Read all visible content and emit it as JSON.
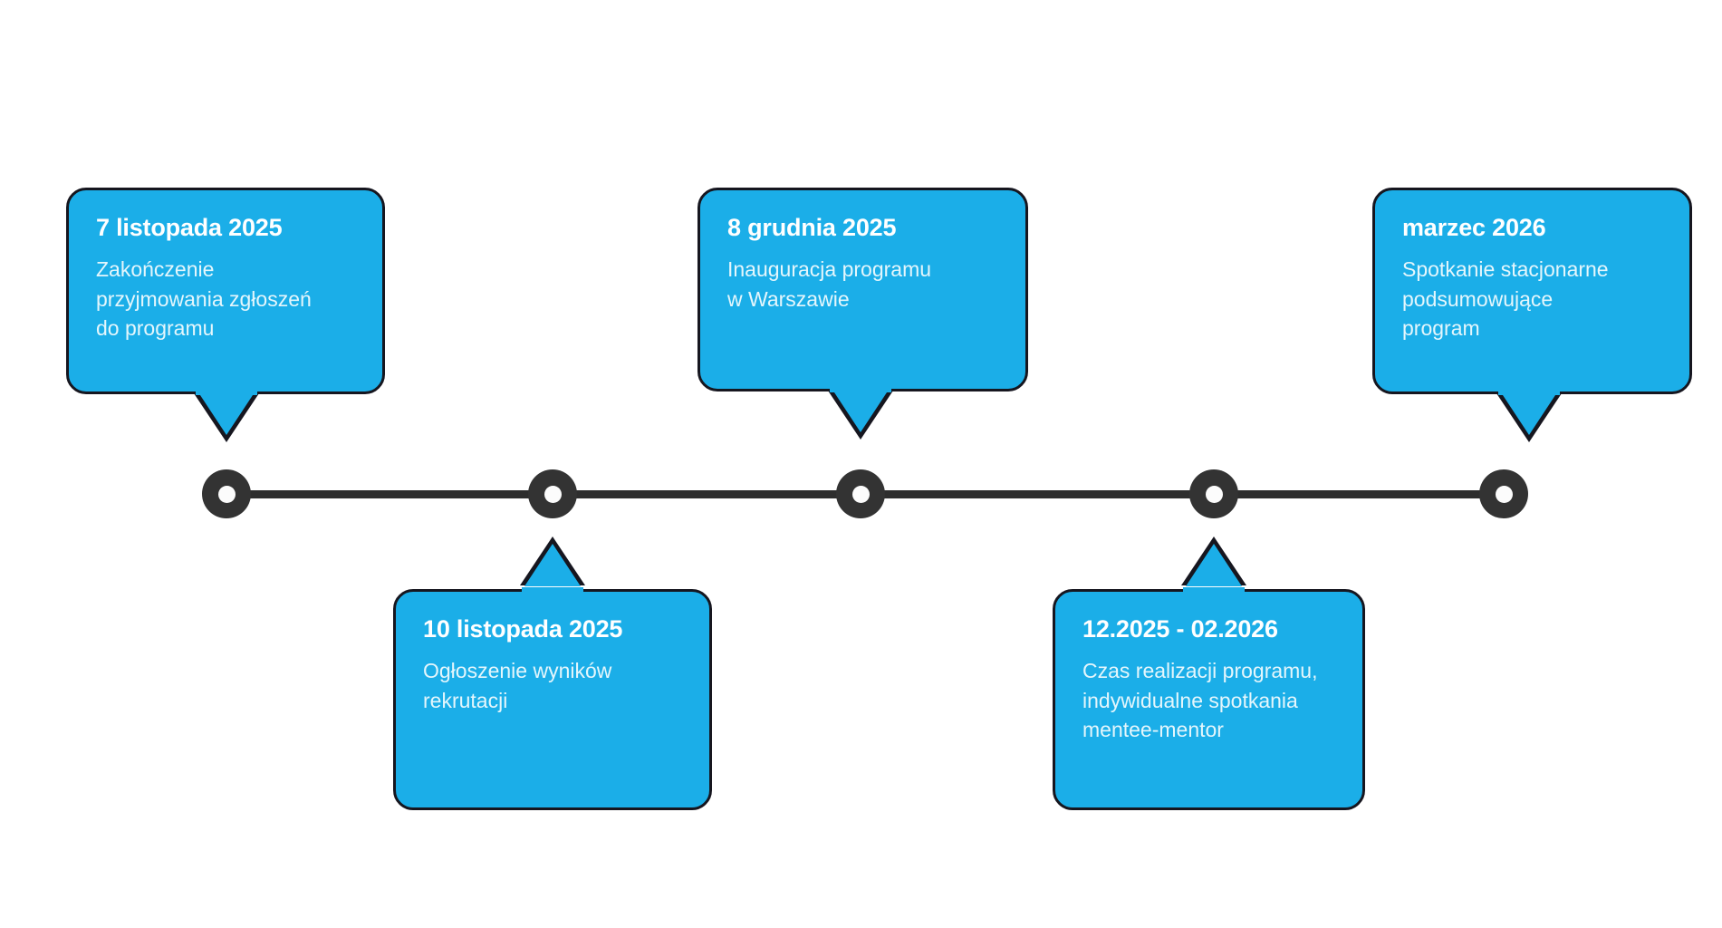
{
  "diagram": {
    "type": "horizontal-timeline",
    "title_text": "",
    "background_color": "#ffffff",
    "accent_color": "#1BAEE8",
    "line_color": "#2e2e2e",
    "node_color": "#333333",
    "node_inner_color": "#fcfcfc",
    "border_color": "#16161f",
    "heading_color": "#ffffff",
    "body_color": "#e4f6fc",
    "node_count": 5,
    "milestones": [
      {
        "index": 1,
        "date": "7 listopada 2025",
        "description": "Zakończenie\nprzyjmowania zgłoszeń\ndo programu",
        "position": "above"
      },
      {
        "index": 2,
        "date": "10 listopada 2025",
        "description": "Ogłoszenie wyników\nrekrutacji",
        "position": "below"
      },
      {
        "index": 3,
        "date": "8 grudnia 2025",
        "description": "Inauguracja programu\nw Warszawie",
        "position": "above"
      },
      {
        "index": 4,
        "date": "12.2025 - 02.2026",
        "description": "Czas realizacji programu,\nindywidualne spotkania\nmentee-mentor",
        "position": "below"
      },
      {
        "index": 5,
        "date": "marzec 2026",
        "description": "Spotkanie stacjonarne\npodsumowujące\nprogram",
        "position": "above"
      }
    ]
  }
}
